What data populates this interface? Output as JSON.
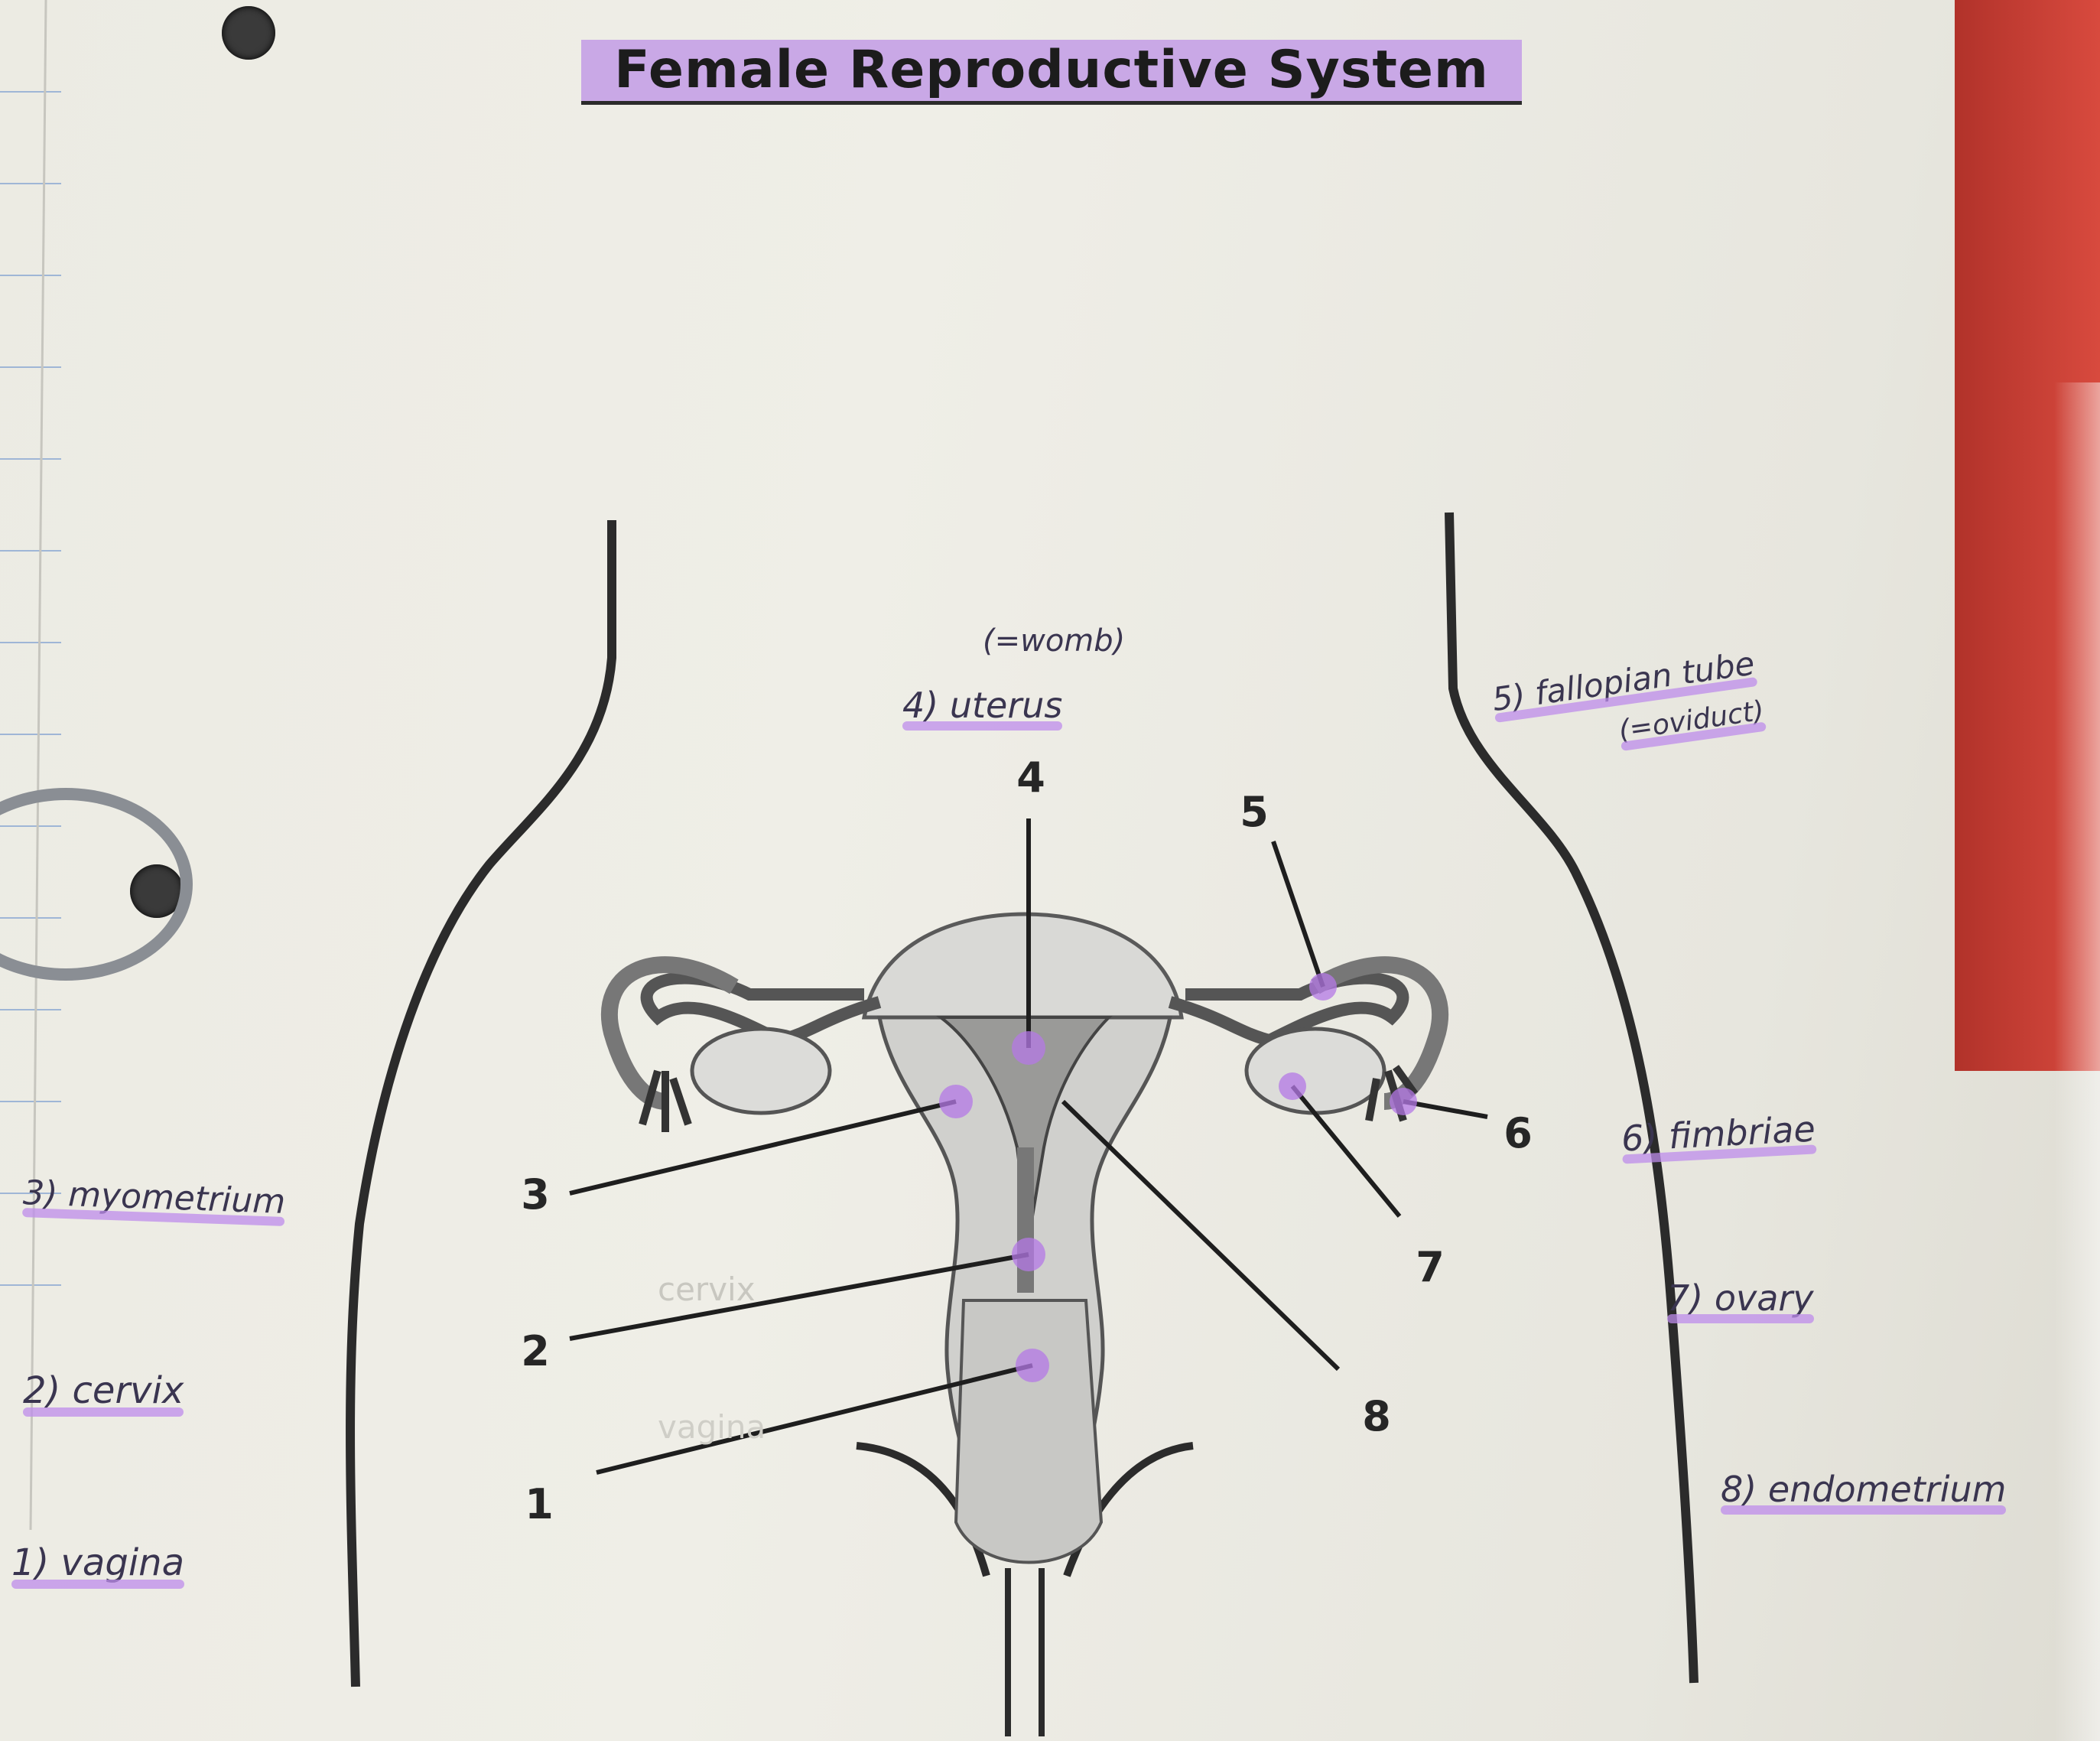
{
  "title": "Female Reproductive System",
  "colors": {
    "highlight": "#c9a8e6",
    "ink": "#3a3550",
    "outline": "#2b2b2b",
    "red_cover": "#c63c32"
  },
  "diagram_numbers": [
    "1",
    "2",
    "3",
    "4",
    "5",
    "6",
    "7",
    "8"
  ],
  "answers": {
    "uterus_note": "(=womb)",
    "uterus": "4) uterus",
    "fallopian_tube": "5) fallopian tube",
    "oviduct_note": "(=oviduct)",
    "fimbriae": "6) fimbriae",
    "ovary": "7) ovary",
    "endometrium": "8) endometrium",
    "myometrium": "3) myometrium",
    "cervix": "2) cervix",
    "vagina": "1) vagina"
  },
  "faint_pencil": {
    "cervix": "cervix",
    "vagina": "vagina"
  }
}
